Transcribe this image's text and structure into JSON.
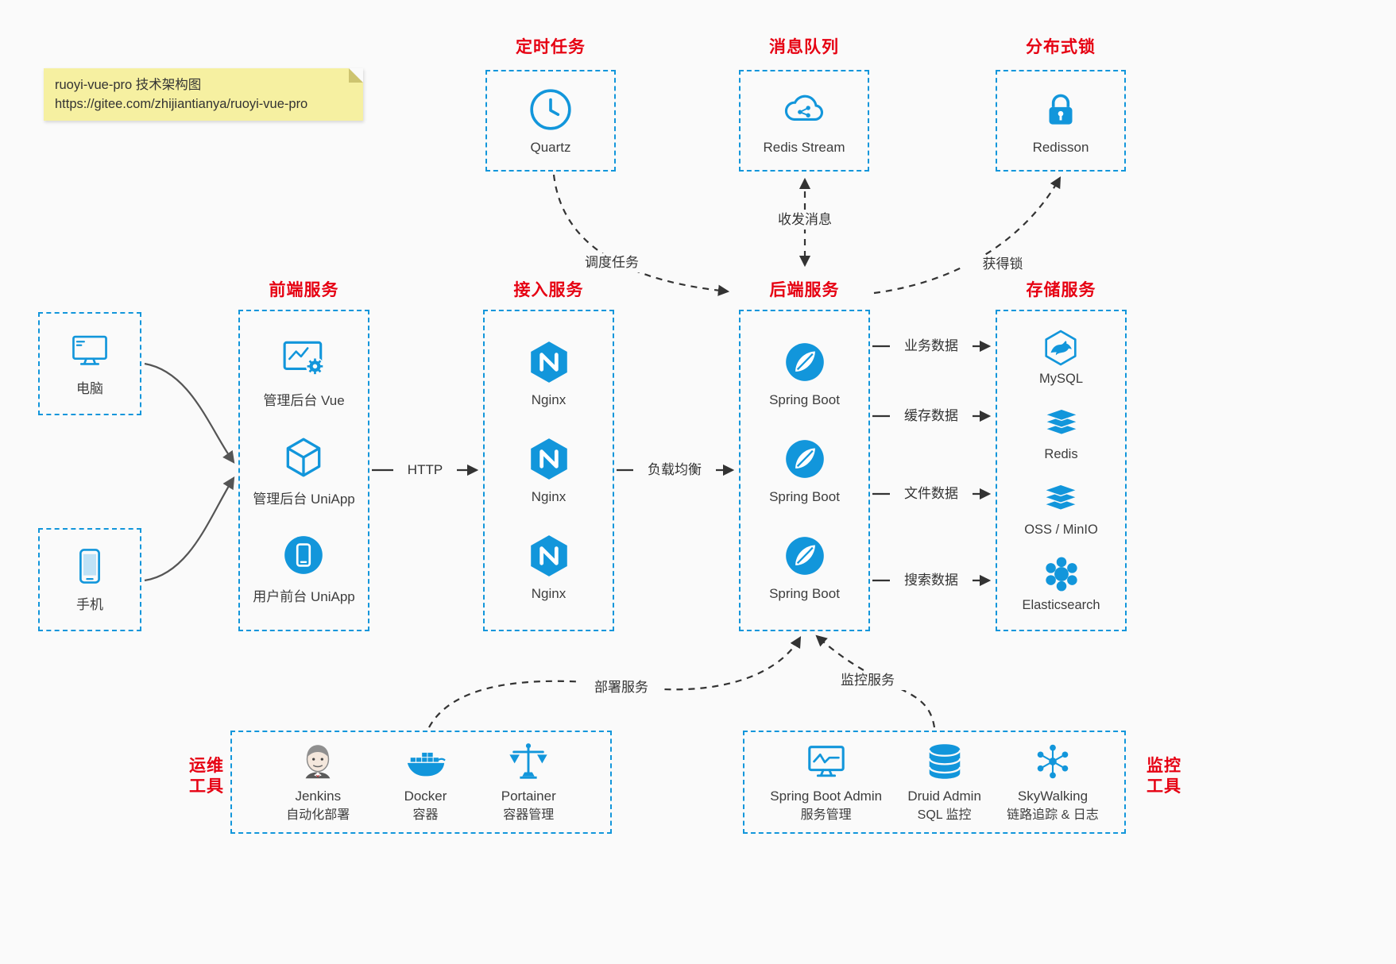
{
  "note": {
    "line1": "ruoyi-vue-pro 技术架构图",
    "line2": "https://gitee.com/zhijiantianya/ruoyi-vue-pro"
  },
  "colors": {
    "accent": "#1296db",
    "title_red": "#e60012",
    "arrow_dark": "#333333",
    "arrow_gray": "#555555",
    "note_bg": "#f6f0a1"
  },
  "top_groups": [
    {
      "title": "定时任务",
      "item": {
        "icon": "clock-icon",
        "label": "Quartz"
      }
    },
    {
      "title": "消息队列",
      "item": {
        "icon": "cloud-stream-icon",
        "label": "Redis Stream"
      }
    },
    {
      "title": "分布式锁",
      "item": {
        "icon": "lock-icon",
        "label": "Redisson"
      }
    }
  ],
  "clients": [
    {
      "icon": "desktop-icon",
      "label": "电脑"
    },
    {
      "icon": "phone-icon",
      "label": "手机"
    }
  ],
  "columns": [
    {
      "title": "前端服务",
      "items": [
        {
          "icon": "admin-vue-icon",
          "label": "管理后台 Vue"
        },
        {
          "icon": "uniapp-cube-icon",
          "label": "管理后台 UniApp"
        },
        {
          "icon": "user-uniapp-icon",
          "label": "用户前台 UniApp"
        }
      ]
    },
    {
      "title": "接入服务",
      "items": [
        {
          "icon": "nginx-icon",
          "label": "Nginx"
        },
        {
          "icon": "nginx-icon",
          "label": "Nginx"
        },
        {
          "icon": "nginx-icon",
          "label": "Nginx"
        }
      ]
    },
    {
      "title": "后端服务",
      "items": [
        {
          "icon": "spring-boot-icon",
          "label": "Spring Boot"
        },
        {
          "icon": "spring-boot-icon",
          "label": "Spring Boot"
        },
        {
          "icon": "spring-boot-icon",
          "label": "Spring Boot"
        }
      ]
    },
    {
      "title": "存储服务",
      "items": [
        {
          "icon": "mysql-icon",
          "label": "MySQL"
        },
        {
          "icon": "redis-icon",
          "label": "Redis"
        },
        {
          "icon": "oss-minio-icon",
          "label": "OSS / MinIO"
        },
        {
          "icon": "elasticsearch-icon",
          "label": "Elasticsearch"
        }
      ]
    }
  ],
  "edges": {
    "http": "HTTP",
    "load_balance": "负载均衡",
    "schedule": "调度任务",
    "messaging": "收发消息",
    "lock": "获得锁",
    "deploy": "部署服务",
    "monitor": "监控服务",
    "storage_labels": [
      "业务数据",
      "缓存数据",
      "文件数据",
      "搜索数据"
    ]
  },
  "bottom_groups": [
    {
      "title_line1": "运维",
      "title_line2": "工具",
      "items": [
        {
          "icon": "jenkins-icon",
          "name": "Jenkins",
          "desc": "自动化部署"
        },
        {
          "icon": "docker-icon",
          "name": "Docker",
          "desc": "容器"
        },
        {
          "icon": "portainer-icon",
          "name": "Portainer",
          "desc": "容器管理"
        }
      ]
    },
    {
      "title_line1": "监控",
      "title_line2": "工具",
      "items": [
        {
          "icon": "sba-icon",
          "name": "Spring Boot Admin",
          "desc": "服务管理"
        },
        {
          "icon": "druid-icon",
          "name": "Druid Admin",
          "desc": "SQL 监控"
        },
        {
          "icon": "skywalking-icon",
          "name": "SkyWalking",
          "desc": "链路追踪 & 日志"
        }
      ]
    }
  ]
}
